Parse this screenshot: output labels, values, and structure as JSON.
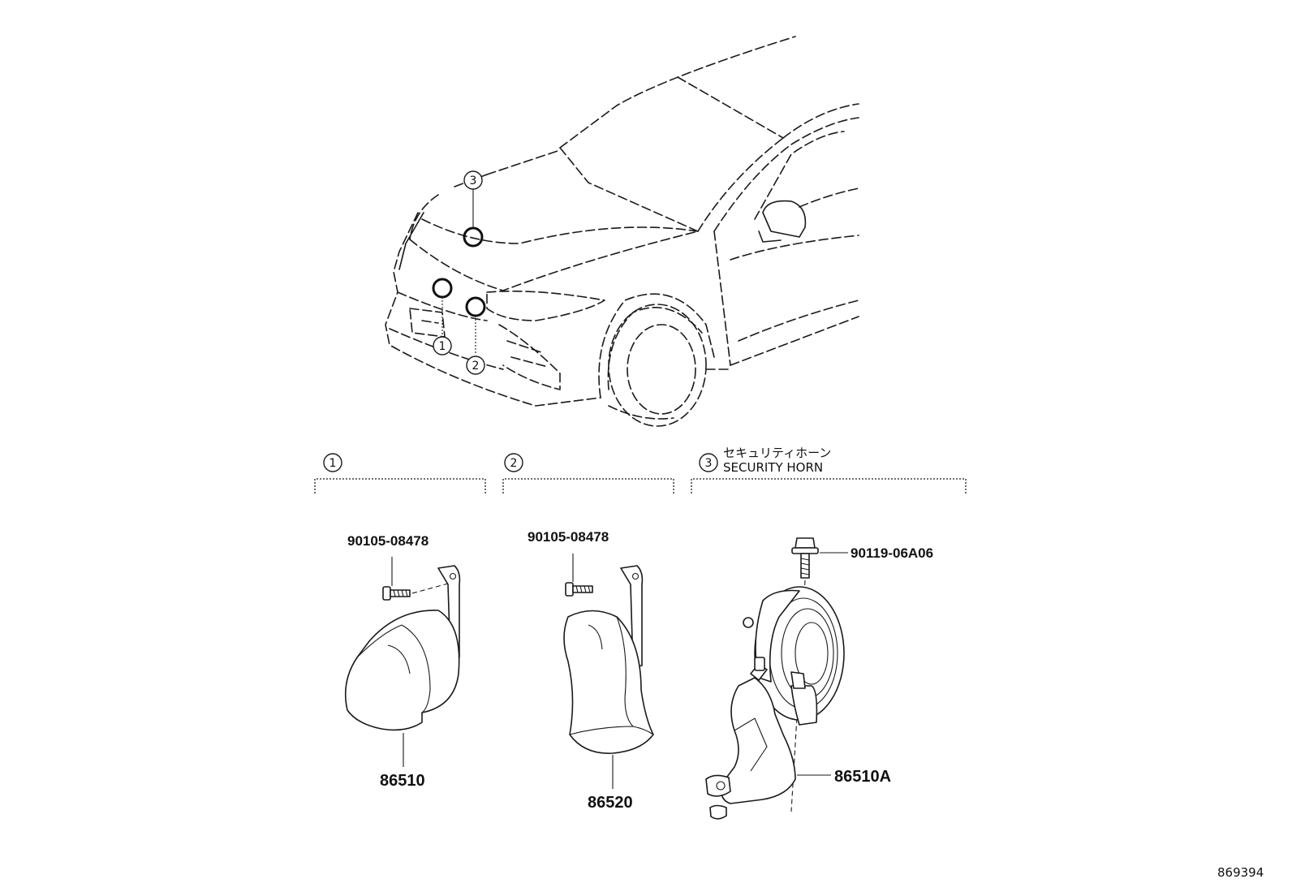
{
  "callouts": {
    "c1": "1",
    "c2": "2",
    "c3": "3"
  },
  "sections": [
    {
      "number": "1",
      "title": "",
      "subtitle": ""
    },
    {
      "number": "2",
      "title": "",
      "subtitle": ""
    },
    {
      "number": "3",
      "title": "セキュリティホーン",
      "subtitle": "SECURITY HORN"
    }
  ],
  "parts": {
    "bolt_1": "90105-08478",
    "bolt_2": "90105-08478",
    "bolt_3": "90119-06A06",
    "horn_1": "86510",
    "horn_2": "86520",
    "horn_3": "86510A"
  },
  "diagram_id": "869394"
}
